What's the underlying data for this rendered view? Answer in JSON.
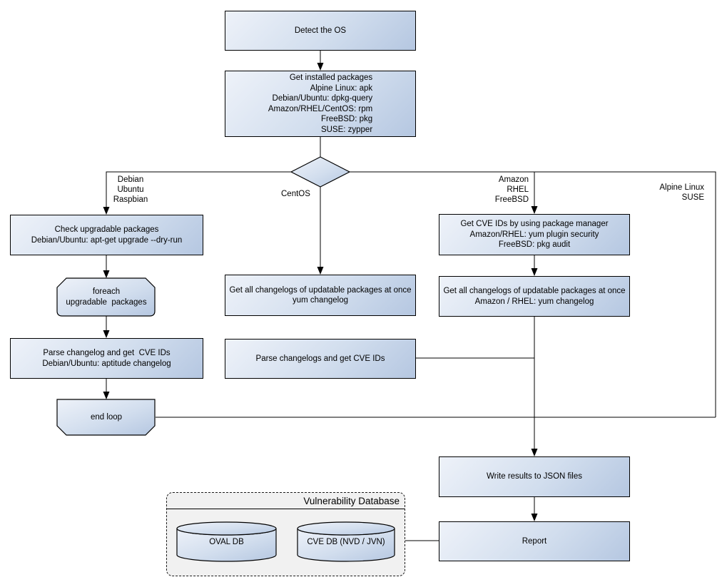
{
  "diagram": {
    "nodes": {
      "detect_os": {
        "label": "Detect the OS"
      },
      "get_installed_packages": {
        "lines": [
          "Get installed packages",
          "Alpine Linux: apk",
          "Debian/Ubuntu: dpkg-query",
          "Amazon/RHEL/CentOS: rpm",
          "FreeBSD: pkg",
          "SUSE: zypper"
        ]
      },
      "check_upgradable": {
        "lines": [
          "Check upgradable packages",
          "Debian/Ubuntu: apt-get upgrade --dry-run"
        ]
      },
      "foreach_loop": {
        "lines": [
          "foreach",
          "upgradable  packages"
        ]
      },
      "parse_changelog_debian": {
        "lines": [
          "Parse changelog and get  CVE IDs",
          "Debian/Ubuntu: aptitude changelog"
        ]
      },
      "end_loop": {
        "label": "end loop"
      },
      "get_changelogs_centos": {
        "lines": [
          "Get all changelogs of updatable packages at once",
          "yum changelog"
        ]
      },
      "parse_changelogs": {
        "label": "Parse changelogs and get CVE IDs"
      },
      "get_cve_ids_pkg_mgr": {
        "lines": [
          "Get CVE IDs by using package manager",
          "Amazon/RHEL: yum plugin security",
          "FreeBSD: pkg audit"
        ]
      },
      "get_changelogs_amazon": {
        "lines": [
          "Get all changelogs of updatable packages at once",
          "Amazon / RHEL: yum changelog"
        ]
      },
      "write_results": {
        "label": "Write results to JSON files"
      },
      "report": {
        "label": "Report"
      }
    },
    "branch_labels": {
      "debian": {
        "lines": [
          "Debian",
          "Ubuntu",
          "Raspbian"
        ]
      },
      "centos": {
        "label": "CentOS"
      },
      "amazon": {
        "lines": [
          "Amazon",
          "RHEL",
          "FreeBSD"
        ]
      },
      "alpine": {
        "lines": [
          "Alpine Linux",
          "SUSE"
        ]
      }
    },
    "vulnerability_database": {
      "title": "Vulnerability Database",
      "oval_db": "OVAL DB",
      "cve_db": "CVE DB (NVD / JVN)"
    },
    "colors": {
      "node_fill_light": "#eef2f9",
      "node_fill_dark": "#b5c7e1",
      "node_border": "#000000",
      "connector": "#000000",
      "container_fill": "#f1f1f1"
    }
  }
}
